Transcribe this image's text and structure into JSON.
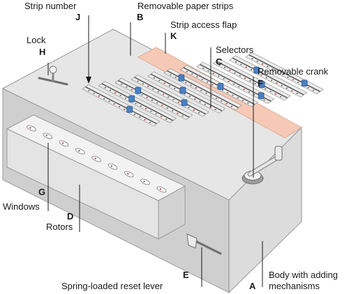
{
  "labels": {
    "A": {
      "letter": "A",
      "text": "Body with adding",
      "text2": "mechanisms"
    },
    "B": {
      "letter": "B",
      "text": "Removable paper strips"
    },
    "C": {
      "letter": "C",
      "text": "Selectors"
    },
    "D": {
      "letter": "D",
      "text": "Rotors"
    },
    "E": {
      "letter": "E",
      "text": "Spring-loaded reset lever"
    },
    "F": {
      "letter": "F",
      "text": "Removable crank"
    },
    "G": {
      "letter": "G",
      "text": "Windows"
    },
    "H": {
      "letter": "H",
      "text": "Lock"
    },
    "J": {
      "letter": "J",
      "text": "Strip number"
    },
    "K": {
      "letter": "K",
      "text": "Strip access flap"
    }
  },
  "colors": {
    "body_top": "#e6e6e6",
    "body_front": "#cdcdcd",
    "body_right": "#d9d9d9",
    "strip": "#ececec",
    "selector": "#4a7fc1",
    "flap": "#f6c9b6",
    "digit_red": "#d0453a"
  }
}
